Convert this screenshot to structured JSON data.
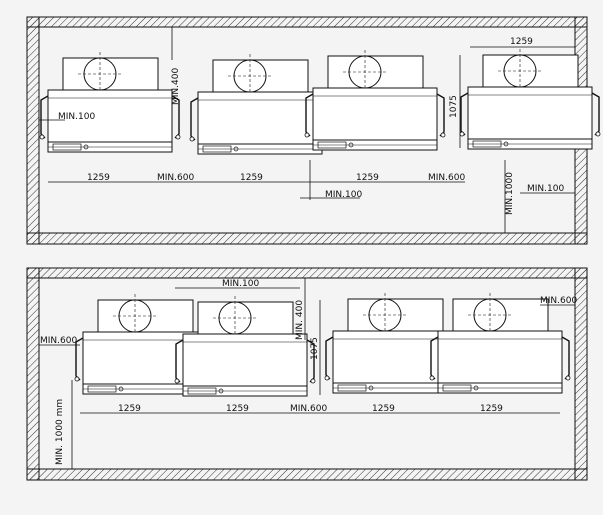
{
  "plans": [
    {
      "id": "top",
      "labels": {
        "min_400": "MIN.400",
        "min_100_left": "MIN.100",
        "width_1259_a": "1259",
        "min_600_a": "MIN.600",
        "width_1259_b": "1259",
        "min_100_bottom": "MIN.100",
        "width_1259_c": "1259",
        "min_600_b": "MIN.600",
        "min_1000": "MIN.1000",
        "min_100_right": "MIN.100",
        "width_1259_top": "1259",
        "depth_1075": "1075"
      }
    },
    {
      "id": "bottom",
      "labels": {
        "min_600_left": "MIN.600",
        "min_1000_mm": "MIN. 1000 mm",
        "min_100_top": "MIN.100",
        "min_400": "MIN. 400",
        "depth_1075": "1075",
        "min_600_right": "MIN.600",
        "min_600_bottom": "MIN.600",
        "width_1259_a": "1259",
        "width_1259_b": "1259",
        "width_1259_c": "1259",
        "width_1259_d": "1259"
      }
    }
  ],
  "units": {
    "top": [
      "u1",
      "u2",
      "u3",
      "u4"
    ],
    "bottom": [
      "u1",
      "u2",
      "u3",
      "u4"
    ]
  }
}
